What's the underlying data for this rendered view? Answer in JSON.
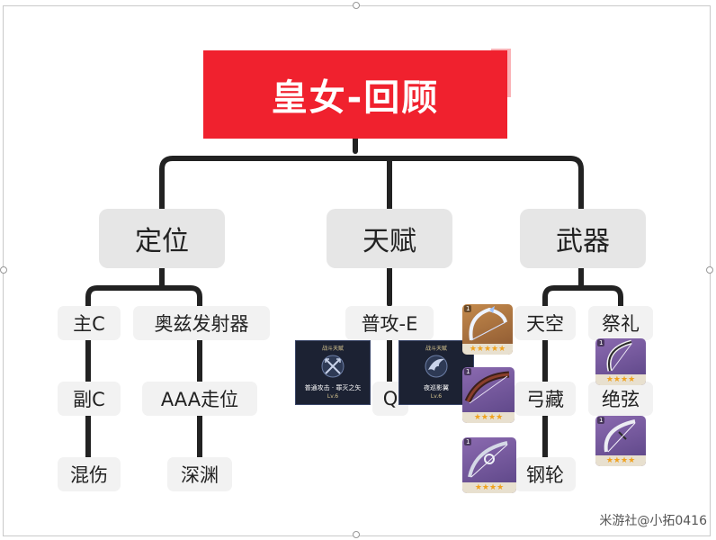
{
  "root": {
    "title": "皇女-回顾",
    "color": "#f0212e"
  },
  "branches": {
    "position": {
      "label": "定位",
      "left_items": [
        "主C",
        "副C",
        "混伤"
      ],
      "right_items": [
        "奥兹发射器",
        "AAA走位",
        "深渊"
      ]
    },
    "talent": {
      "label": "天赋",
      "items": [
        "普攻-E",
        "Q"
      ],
      "cards": [
        {
          "caption": "战斗天赋",
          "name": "普通攻击 · 罪灭之矢",
          "level": "Lv.6",
          "icon": "crossed-arrows-icon"
        },
        {
          "caption": "战斗天赋",
          "name": "夜巡影翼",
          "level": "Lv.6",
          "icon": "raven-wing-icon"
        }
      ]
    },
    "weapon": {
      "label": "武器",
      "left_items": [
        "天空",
        "弓藏",
        "钢轮"
      ],
      "right_items": [
        "祭礼",
        "绝弦"
      ],
      "cards": [
        {
          "refine": "1",
          "stars": "★★★★★",
          "icon": "skyward-harp-icon"
        },
        {
          "refine": "1",
          "stars": "★★★★",
          "icon": "rust-bow-icon"
        },
        {
          "refine": "1",
          "stars": "★★★★",
          "icon": "compound-bow-icon"
        },
        {
          "refine": "1",
          "stars": "★★★★",
          "icon": "sacrificial-bow-icon"
        },
        {
          "refine": "1",
          "stars": "★★★★",
          "icon": "stringless-bow-icon"
        }
      ]
    }
  },
  "watermark": "米游社@小拓0416"
}
